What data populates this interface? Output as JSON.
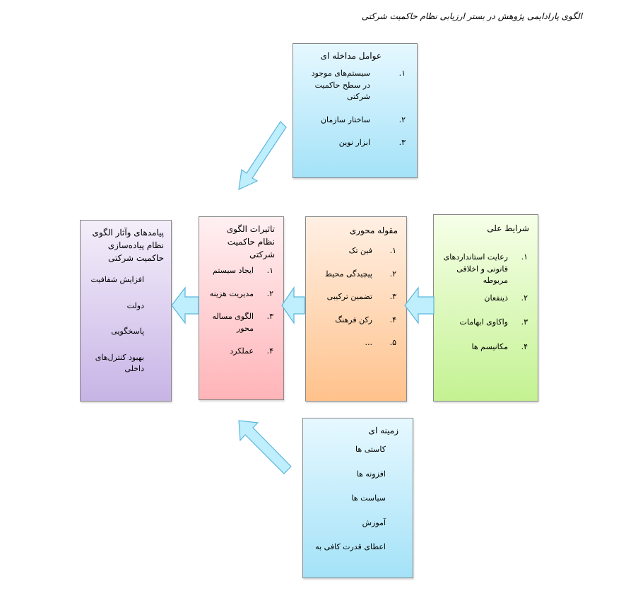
{
  "page": {
    "title": "الگوی پارادایمی پژوهش در بستر ارزیابی نظام حاکمیت شرکتی"
  },
  "intervening": {
    "heading": "عوامل مداخله ای",
    "items": [
      {
        "num": "۱.",
        "text": "سیستم‌های موجود در سطح حاکمیت شرکتی"
      },
      {
        "num": "۲.",
        "text": "ساختار سازمان"
      },
      {
        "num": "۳.",
        "text": "ابزار نوین"
      }
    ]
  },
  "causal": {
    "heading": "شرایط علی",
    "items": [
      {
        "num": "۱.",
        "text": "رعایت استانداردهای قانونی و اخلاقی مربوطه"
      },
      {
        "num": "۲.",
        "text": "ذینفعان"
      },
      {
        "num": "۳.",
        "text": "واکاوی ابهامات"
      },
      {
        "num": "۴.",
        "text": "مکانیسم ها"
      }
    ]
  },
  "core": {
    "heading": "مقوله محوری",
    "items": [
      {
        "num": "۱.",
        "text": "فین تک"
      },
      {
        "num": "۲.",
        "text": "پیچیدگی محیط"
      },
      {
        "num": "۳.",
        "text": "تضمین ترکیبی"
      },
      {
        "num": "۴.",
        "text": "رکن فرهنگ"
      },
      {
        "num": "۵.",
        "text": "..."
      }
    ]
  },
  "consequences": {
    "heading": "تاثیرات الگوی نظام حاکمیت شرکتی",
    "items": [
      {
        "num": "۱.",
        "text": "ایجاد سیستم"
      },
      {
        "num": "۲.",
        "text": "مدیریت هزینه"
      },
      {
        "num": "۳.",
        "text": "الگوی مساله محور"
      },
      {
        "num": "۴.",
        "text": "عملکرد"
      }
    ]
  },
  "outcomes": {
    "heading": "پیامدهای وآثار الگوی نظام پیاده‌سازی حاکمیت شرکتی",
    "items": [
      {
        "text": "افزایش شفافیت"
      },
      {
        "text": "دولت"
      },
      {
        "text": "پاسخگویی"
      },
      {
        "text": "بهبود کنترل‌های داخلی"
      }
    ]
  },
  "contextual": {
    "heading": "زمینه ای",
    "items": [
      {
        "text": "کاستی ها"
      },
      {
        "text": "افزونه ها"
      },
      {
        "text": "سیاست ها"
      },
      {
        "text": "آموزش"
      },
      {
        "text": "اعطای قدرت کافی به"
      }
    ]
  },
  "colors": {
    "arrow_fill": "#bfeefc",
    "arrow_stroke": "#5ab6de",
    "blue_box": "#a4e2f8",
    "green_box": "#c4f292",
    "orange_box": "#ffc28c",
    "pink_box": "#ffb4b8",
    "purple_box": "#c7b4e6"
  }
}
